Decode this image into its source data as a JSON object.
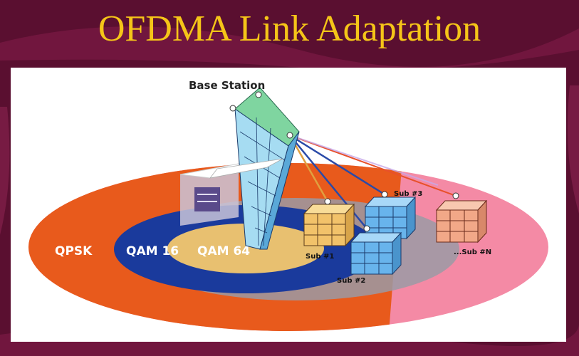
{
  "title": "OFDMA Link Adaptation",
  "diagram": {
    "base_station_label": "Base Station",
    "zones": [
      {
        "label": "QPSK",
        "color": "#e85a1c"
      },
      {
        "label": "QAM 16",
        "color": "#1a3a9c"
      },
      {
        "label": "QAM 64",
        "color": "#e8c070"
      }
    ],
    "outer_band_color": "#f48aa5",
    "subscribers": [
      {
        "label": "Sub #1",
        "color": "#f2c26a",
        "link_color": "#e0a040"
      },
      {
        "label": "Sub #2",
        "color": "#68b4ec",
        "link_color": "#2a4aa8"
      },
      {
        "label": "Sub #3",
        "color": "#68b4ec",
        "link_color": "#2a4aa8"
      },
      {
        "label": "...Sub #N",
        "color": "#f2a888",
        "link_color": "#e8502a"
      }
    ],
    "colors": {
      "background": "#5a0f30",
      "title": "#f5c518",
      "tower_top": "#7fd5a0",
      "tower_face": "#a6dcf2"
    }
  }
}
